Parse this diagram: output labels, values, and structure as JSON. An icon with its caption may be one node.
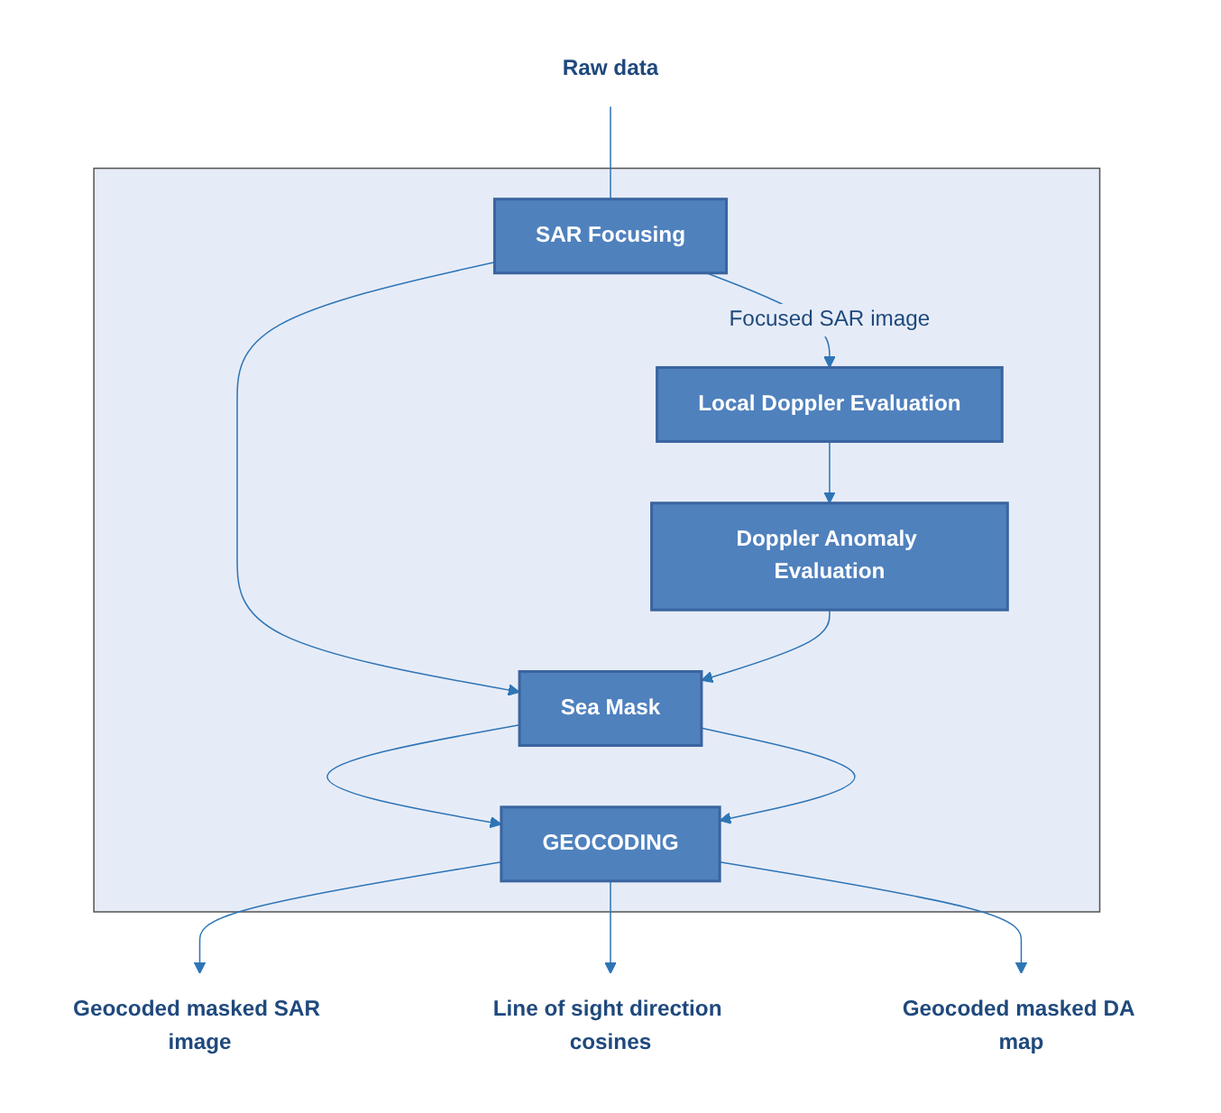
{
  "diagram": {
    "nodes": [
      {
        "text": [],
        "shape": "box"
      },
      {
        "text": [
          "Raw data"
        ]
      },
      {
        "text": [
          "SAR Focusing"
        ],
        "in": 0
      },
      {
        "text": [
          "Local Doppler Evaluation"
        ],
        "in": 0
      },
      {
        "text": [
          "Doppler Anomaly Evaluation"
        ],
        "in": 0
      },
      {
        "text": [
          "Sea Mask"
        ],
        "in": 0
      },
      {
        "text": [
          "GEOCODING"
        ],
        "in": 0
      },
      {
        "text": [
          "Geocoded masked SAR image"
        ]
      },
      {
        "text": [
          "Line of sight direction cosines"
        ]
      },
      {
        "text": [
          "Geocoded masked DA map"
        ]
      }
    ],
    "edges": [
      {
        "from": 1,
        "to": 2,
        "arrow": "none"
      },
      {
        "from": 2,
        "to": 3,
        "arrow": "to",
        "label": "Focused SAR image"
      },
      {
        "from": 2,
        "to": 5,
        "arrow": "to"
      },
      {
        "from": 3,
        "to": 4,
        "arrow": "to"
      },
      {
        "from": 4,
        "to": 5,
        "arrow": "to"
      },
      {
        "from": 5,
        "to": 6,
        "arrow": "to"
      },
      {
        "from": 5,
        "to": 6,
        "arrow": "to"
      },
      {
        "from": 6,
        "to": 7,
        "arrow": "to"
      },
      {
        "from": 6,
        "to": 8,
        "arrow": "to"
      },
      {
        "from": 6,
        "to": 9,
        "arrow": "to"
      }
    ]
  }
}
